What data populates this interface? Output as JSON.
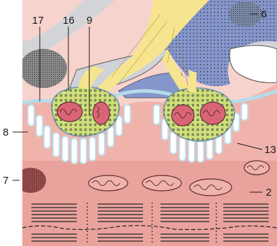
{
  "labels": {
    "l17": "17",
    "l16": "16",
    "l9": "9",
    "l6": "6",
    "l8": "8",
    "l7": "7",
    "l13": "13",
    "l2": "2"
  },
  "colors": {
    "muscle_fiber": "#f0b3ac",
    "muscle_deep": "#e89a93",
    "axon": "#f6e58e",
    "schwann": "#8496cc",
    "myelin_gray": "#d2d4d8",
    "cleft_blue": "#b6dbea",
    "mitochondrion": "#d96475",
    "vesicle_zone": "#cfe07a",
    "nucleus_gray": "#8a8a8a",
    "myofibril": "#222222"
  }
}
